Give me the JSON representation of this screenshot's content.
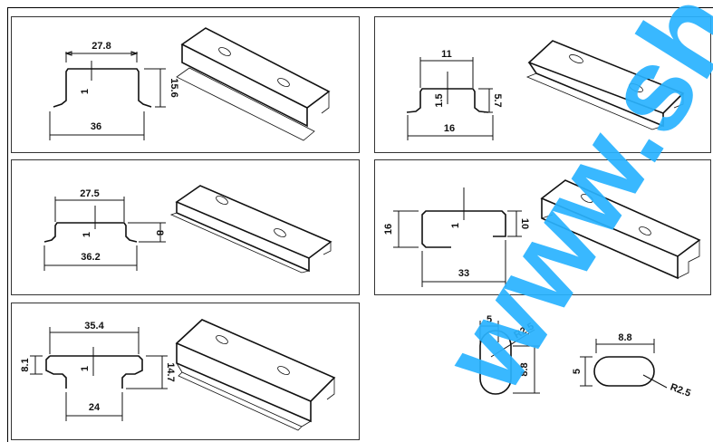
{
  "watermark": {
    "text": "www.sh",
    "color": "#29b3ff"
  },
  "panels": [
    {
      "id": "p1",
      "top_width": "27.8",
      "thickness": "1",
      "height": "15.6",
      "bottom_width": "36"
    },
    {
      "id": "p2",
      "top_width": "11",
      "thickness": "1.5",
      "height": "5.7",
      "bottom_width": "16"
    },
    {
      "id": "p3",
      "top_width": "27.5",
      "thickness": "1",
      "height": "8",
      "bottom_width": "36.2"
    },
    {
      "id": "p4",
      "height": "16",
      "thickness": "1",
      "lip_height": "10",
      "bottom_width": "33"
    },
    {
      "id": "p5",
      "top_width": "35.4",
      "flange": "8.1",
      "thickness": "1",
      "height": "14.7",
      "bottom_width": "24"
    }
  ],
  "slots": {
    "vertical": {
      "width": "5",
      "height": "8.8",
      "radius": "R2.5"
    },
    "horizontal": {
      "width": "8.8",
      "height": "5",
      "radius": "R2.5"
    }
  }
}
